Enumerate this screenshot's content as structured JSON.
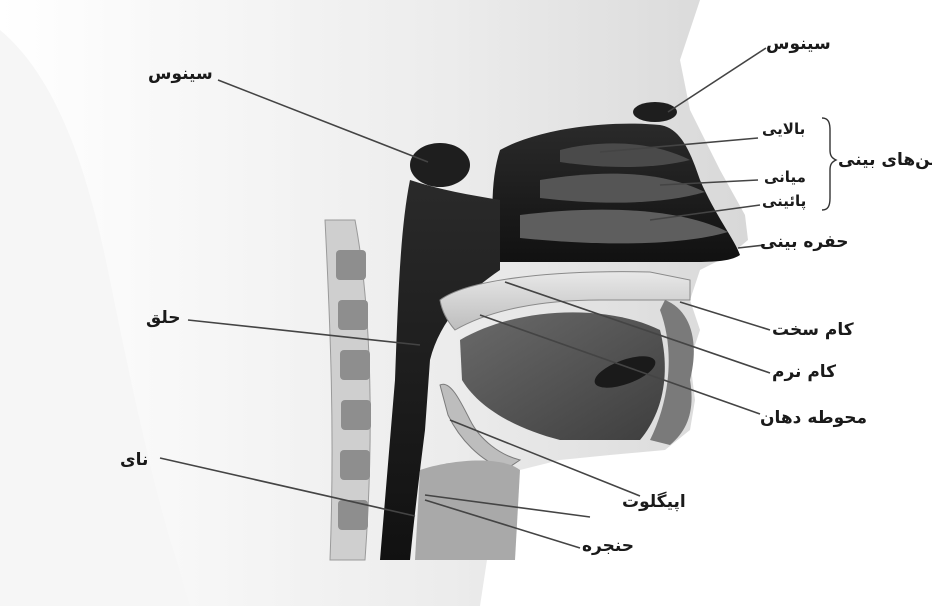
{
  "labels": {
    "sinus_top": "سینوس",
    "sinus_left": "سینوس",
    "turbinate_upper": "بالایی",
    "turbinate_middle": "میانی",
    "turbinate_lower": "پائینی",
    "turbinates_group": "چین‌های بینی",
    "nasal_cavity": "حفره بینی",
    "hard_palate": "کام سخت",
    "soft_palate": "کام نرم",
    "oral_cavity": "محوطه دهان",
    "pharynx": "حلق",
    "trachea": "نای",
    "epiglottis": "اپیگلوت",
    "larynx": "حنجره"
  }
}
